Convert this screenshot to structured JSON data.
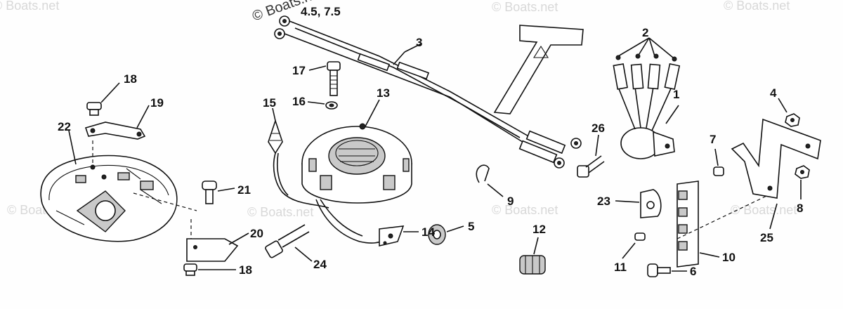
{
  "title": "4.5, 7.5",
  "watermark": "© Boats.net",
  "part_numbers": [
    "1",
    "2",
    "3",
    "4",
    "5",
    "6",
    "7",
    "8",
    "9",
    "10",
    "11",
    "12",
    "13",
    "14",
    "15",
    "16",
    "17",
    "18",
    "18",
    "19",
    "20",
    "21",
    "22",
    "23",
    "24",
    "25",
    "26"
  ]
}
